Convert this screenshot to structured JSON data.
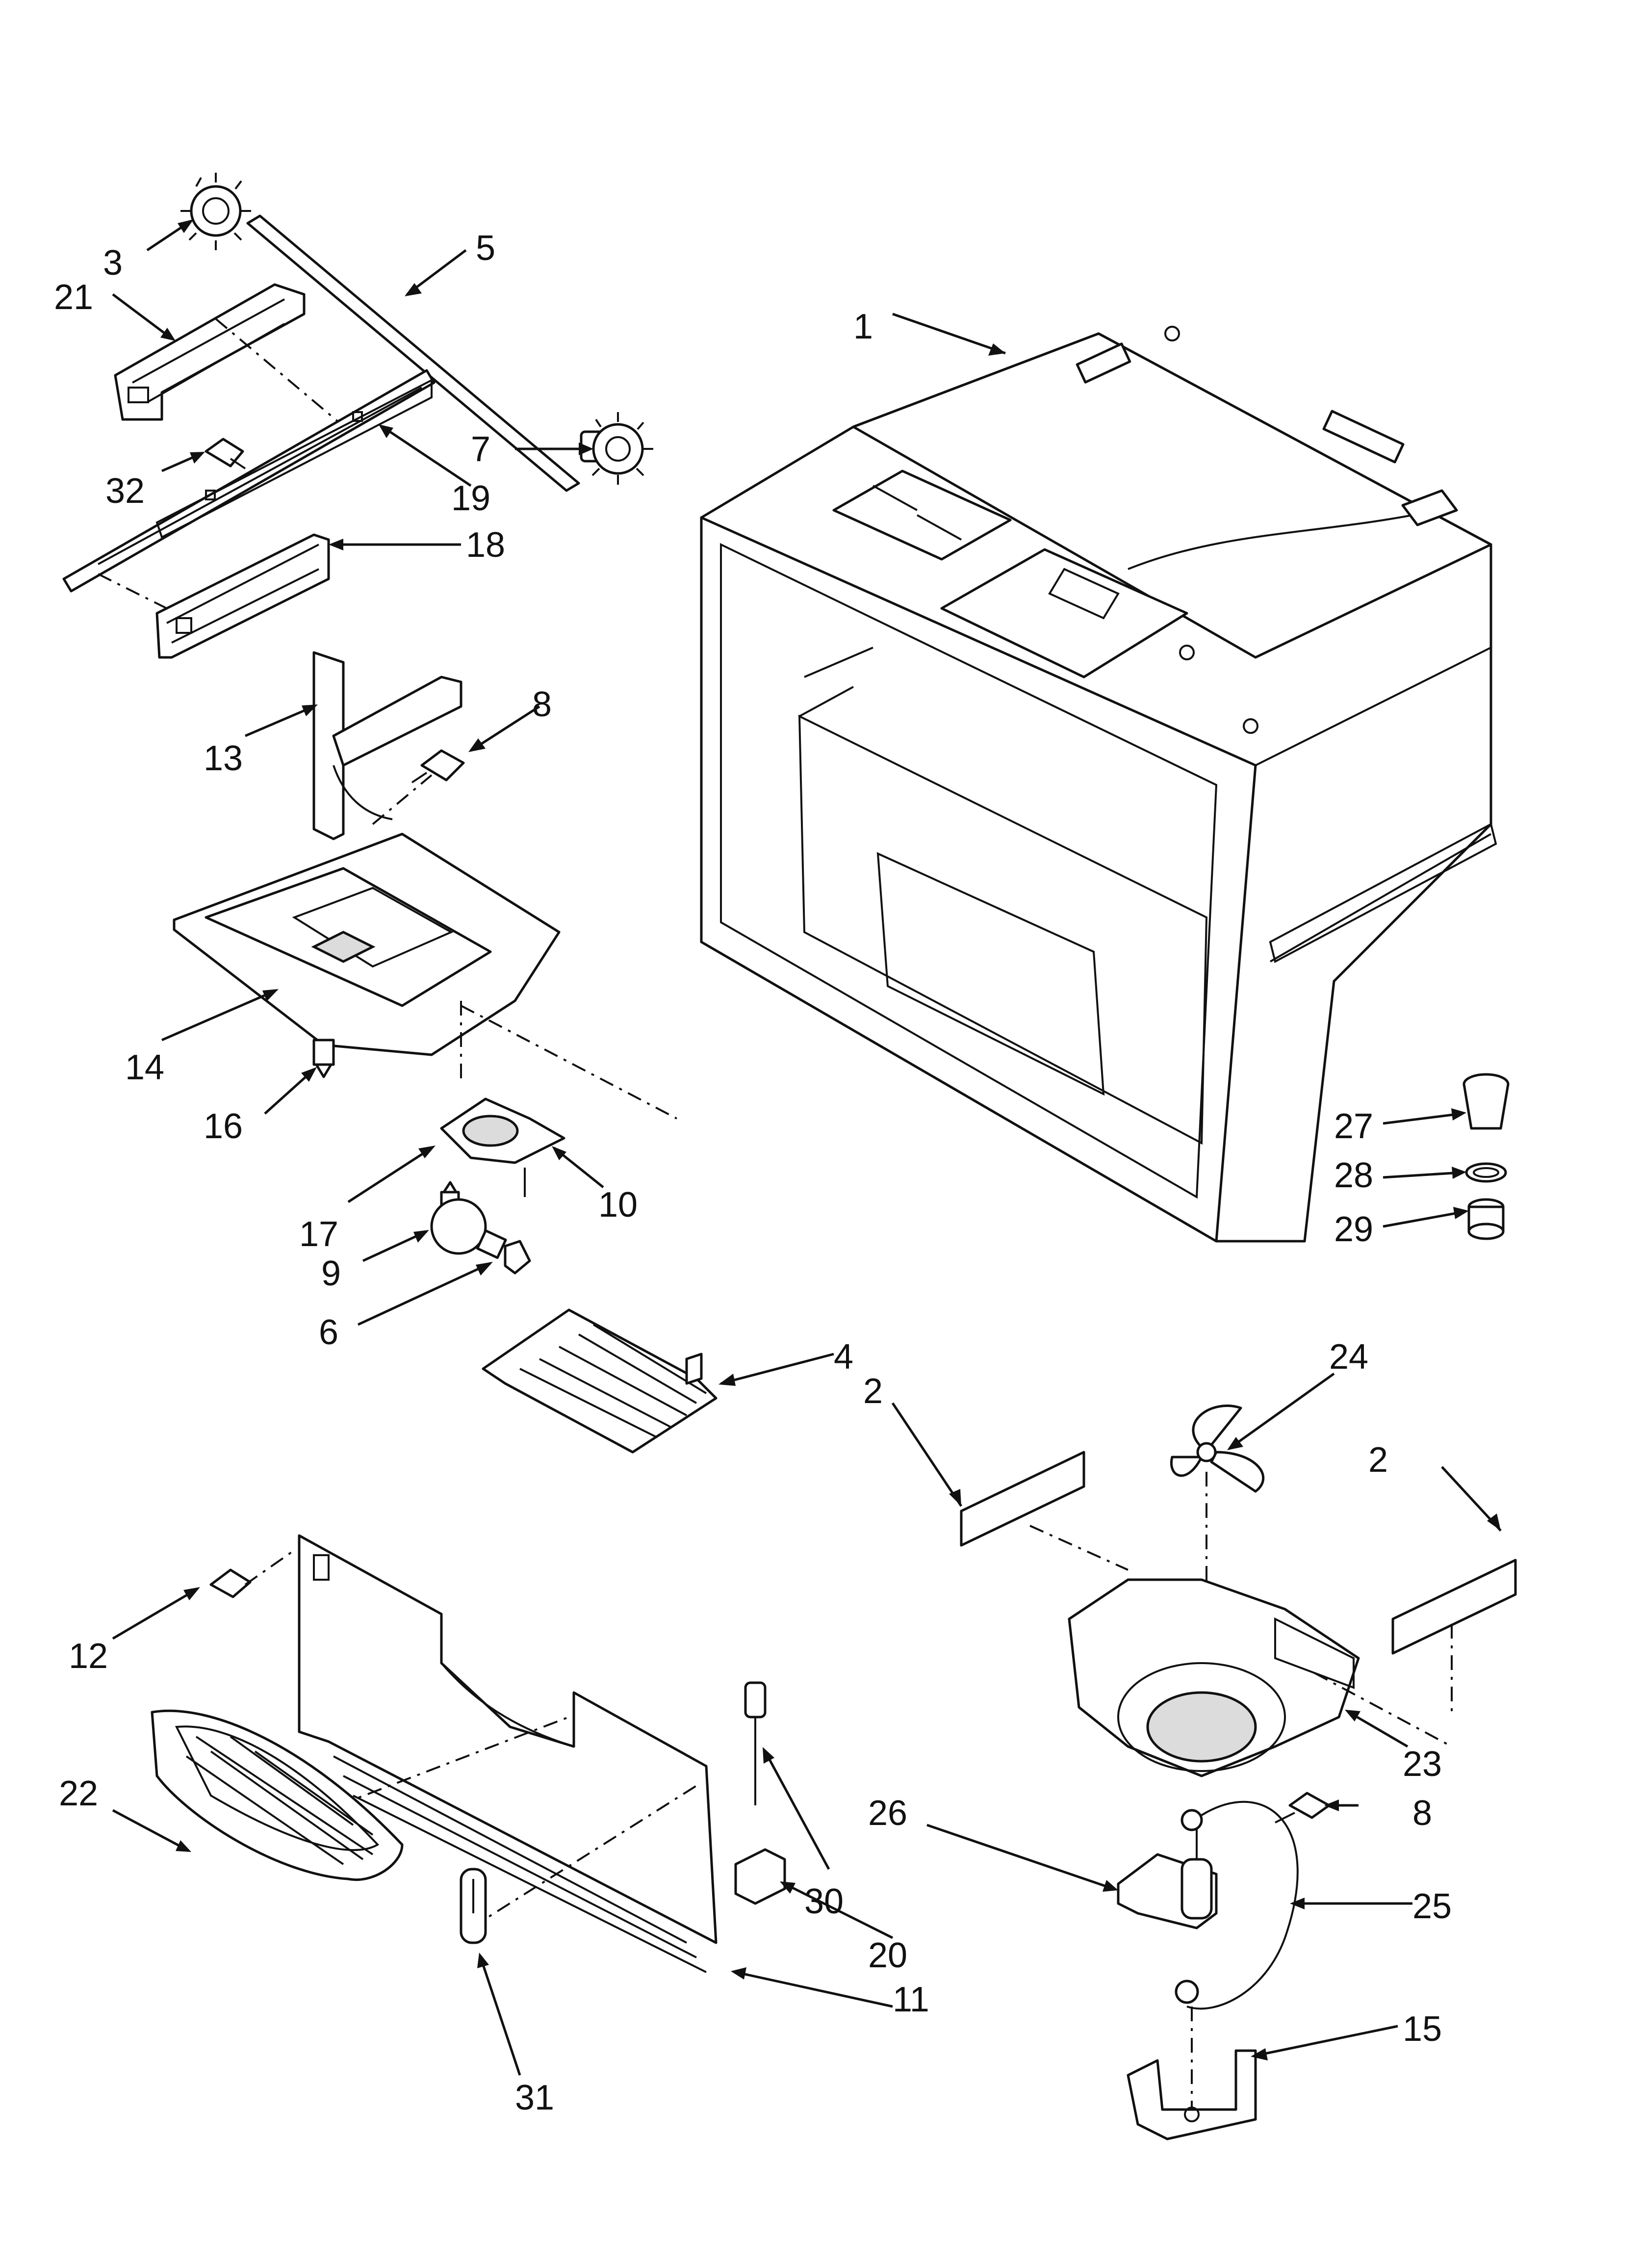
{
  "figure": "exploded parts diagram",
  "callouts": [
    {
      "id": "1",
      "label": "1"
    },
    {
      "id": "2a",
      "label": "2"
    },
    {
      "id": "2b",
      "label": "2"
    },
    {
      "id": "3",
      "label": "3"
    },
    {
      "id": "4",
      "label": "4"
    },
    {
      "id": "5",
      "label": "5"
    },
    {
      "id": "6",
      "label": "6"
    },
    {
      "id": "7",
      "label": "7"
    },
    {
      "id": "8a",
      "label": "8"
    },
    {
      "id": "8b",
      "label": "8"
    },
    {
      "id": "9",
      "label": "9"
    },
    {
      "id": "10",
      "label": "10"
    },
    {
      "id": "11",
      "label": "11"
    },
    {
      "id": "12",
      "label": "12"
    },
    {
      "id": "13",
      "label": "13"
    },
    {
      "id": "14",
      "label": "14"
    },
    {
      "id": "15",
      "label": "15"
    },
    {
      "id": "16",
      "label": "16"
    },
    {
      "id": "17",
      "label": "17"
    },
    {
      "id": "18",
      "label": "18"
    },
    {
      "id": "19",
      "label": "19"
    },
    {
      "id": "20",
      "label": "20"
    },
    {
      "id": "21",
      "label": "21"
    },
    {
      "id": "22",
      "label": "22"
    },
    {
      "id": "23",
      "label": "23"
    },
    {
      "id": "24",
      "label": "24"
    },
    {
      "id": "25",
      "label": "25"
    },
    {
      "id": "26",
      "label": "26"
    },
    {
      "id": "27",
      "label": "27"
    },
    {
      "id": "28",
      "label": "28"
    },
    {
      "id": "29",
      "label": "29"
    },
    {
      "id": "30",
      "label": "30"
    },
    {
      "id": "31",
      "label": "31"
    },
    {
      "id": "32",
      "label": "32"
    }
  ]
}
